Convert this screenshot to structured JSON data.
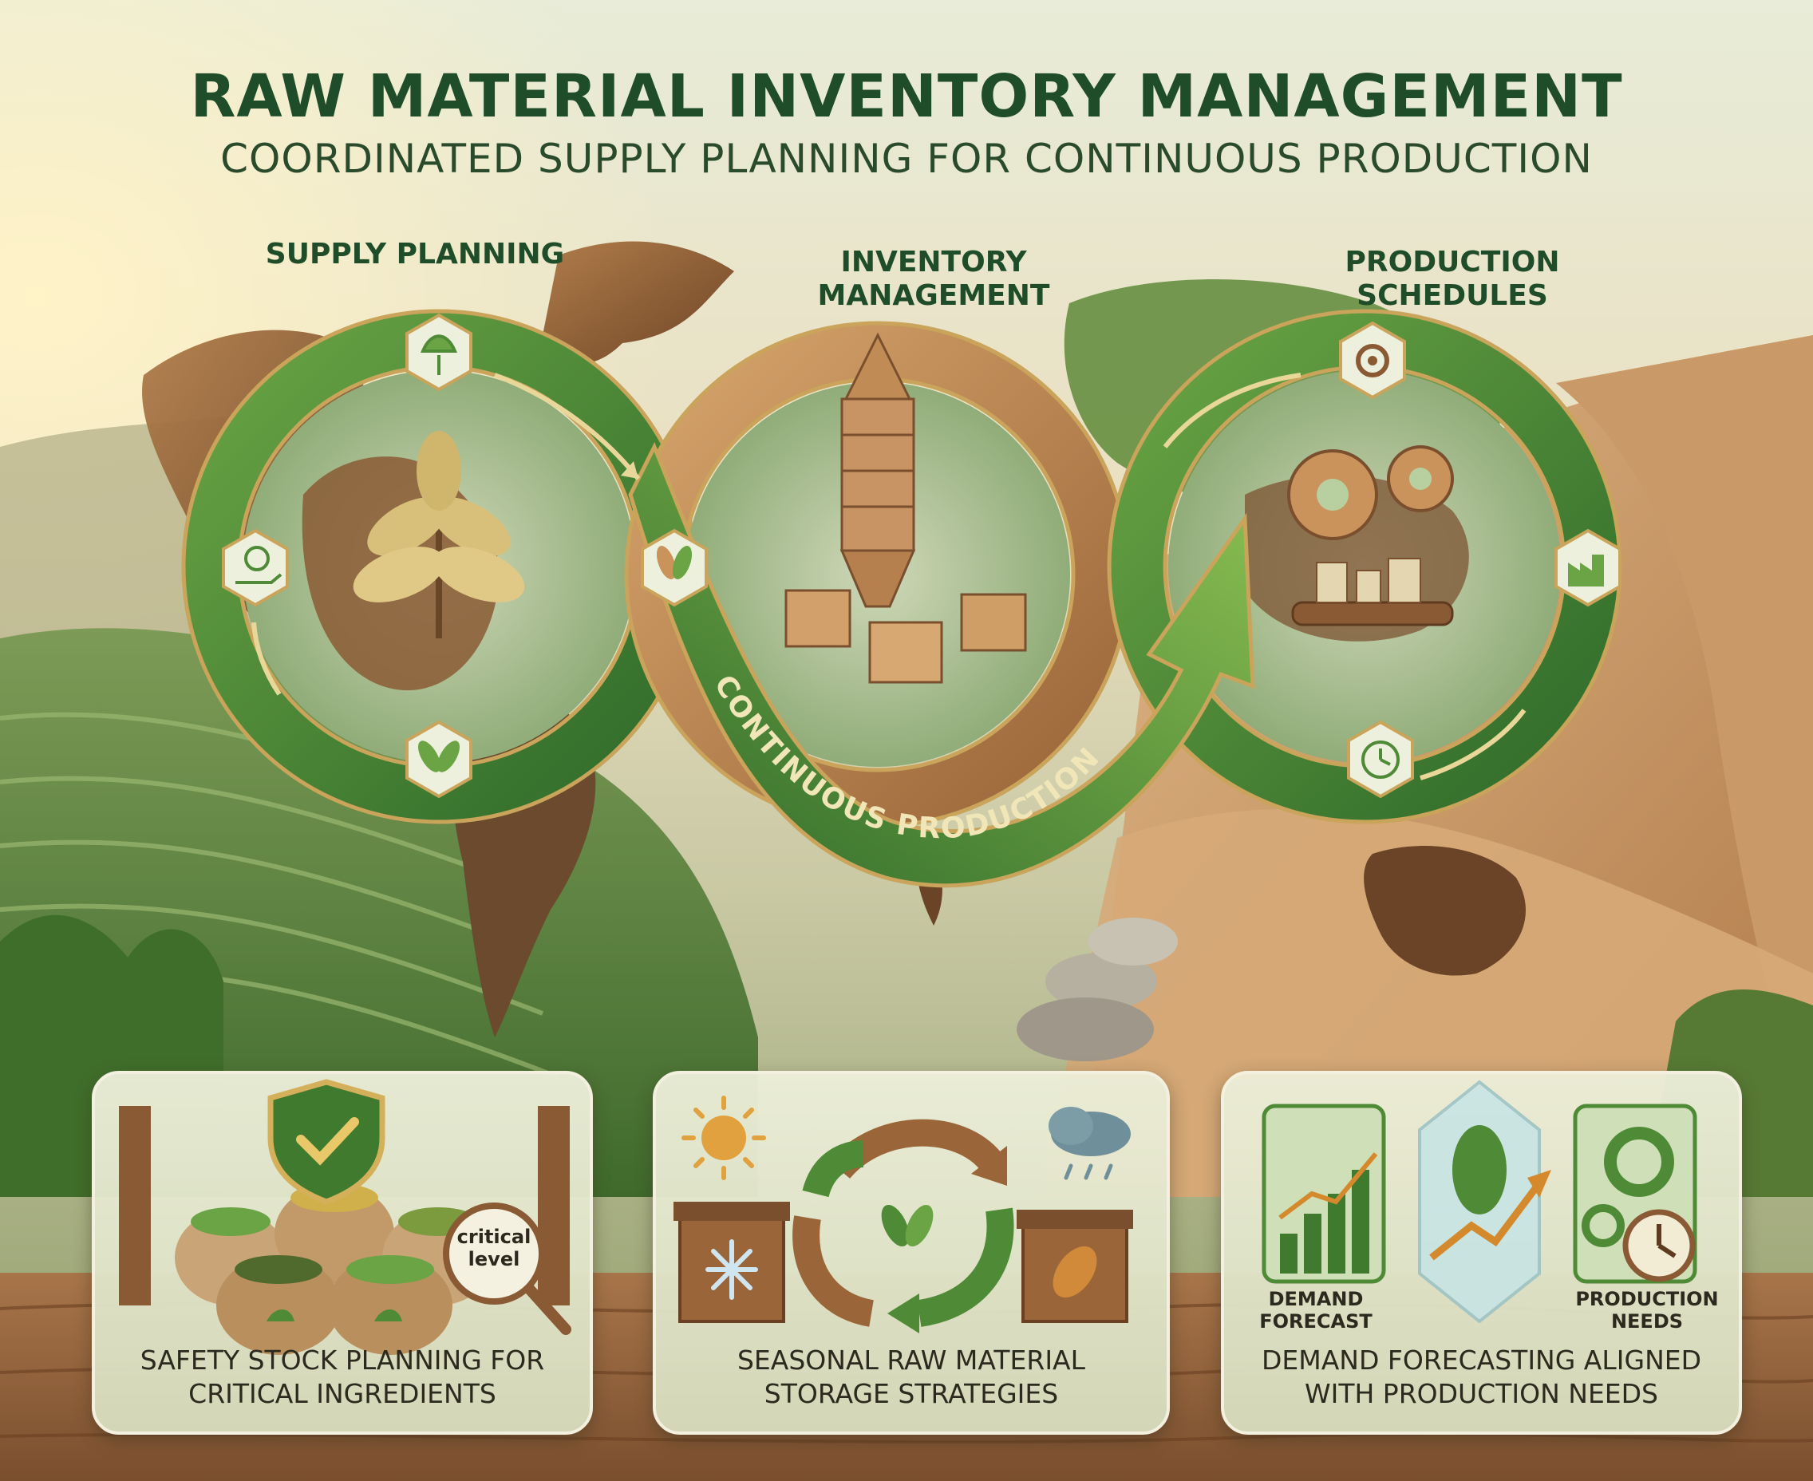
{
  "header": {
    "title": "RAW MATERIAL INVENTORY MANAGEMENT",
    "subtitle": "COORDINATED SUPPLY PLANNING FOR CONTINUOUS PRODUCTION"
  },
  "cycle": {
    "stages": [
      {
        "label": "SUPPLY PLANNING",
        "icons": [
          "ginkgo-leaf-icon",
          "money-hand-icon",
          "sprout-icon",
          "leaf-pair-icon"
        ]
      },
      {
        "label": "INVENTORY MANAGEMENT",
        "icons": [
          "silo-icon",
          "boxes-icon"
        ]
      },
      {
        "label": "PRODUCTION SCHEDULES",
        "icons": [
          "gears-icon",
          "factory-icon",
          "clock-icon",
          "conveyor-icon"
        ]
      }
    ],
    "flow_label": "CONTINUOUS PRODUCTION"
  },
  "panels": [
    {
      "caption": "SAFETY STOCK PLANNING FOR CRITICAL INGREDIENTS",
      "badge": "critical level",
      "icons": [
        "shield-check-icon",
        "sacks-icon",
        "magnifier-icon"
      ]
    },
    {
      "caption": "SEASONAL RAW MATERIAL STORAGE STRATEGIES",
      "icons": [
        "sun-icon",
        "rain-cloud-icon",
        "snowflake-crate-icon",
        "leaf-crate-icon",
        "cycle-arrows-icon"
      ]
    },
    {
      "caption": "DEMAND FORECASTING ALIGNED WITH PRODUCTION NEEDS",
      "left_label": "DEMAND FORECAST",
      "right_label": "PRODUCTION NEEDS",
      "icons": [
        "bar-chart-icon",
        "crystal-leaf-icon",
        "gear-icon",
        "clock-icon"
      ]
    }
  ],
  "colors": {
    "title_green": "#1f4d2a",
    "leaf_green": "#4f8a36",
    "wood": "#9a6a3e",
    "gold": "#c9a45a"
  }
}
